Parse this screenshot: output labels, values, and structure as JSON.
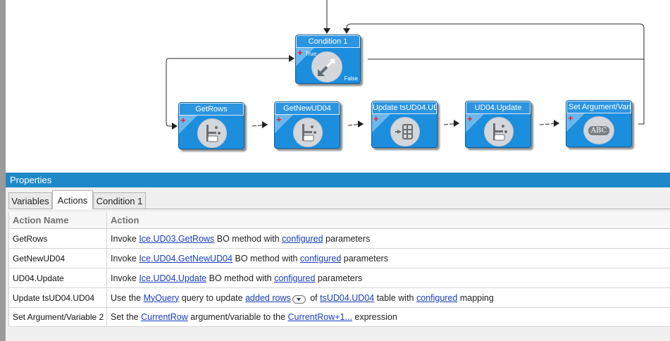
{
  "workflow": {
    "condition": {
      "title": "Condition 1",
      "true_label": "True",
      "false_label": "False"
    },
    "nodes": [
      {
        "title": "GetRows",
        "icon": "bo-method-icon"
      },
      {
        "title": "GetNewUD04",
        "icon": "bo-method-icon"
      },
      {
        "title": "Update tsUD04.UD",
        "icon": "update-table-icon"
      },
      {
        "title": "UD04.Update",
        "icon": "bo-method-icon"
      },
      {
        "title": "Set Argument/Vari",
        "icon": "abc-icon",
        "icon_text": "ABC"
      }
    ]
  },
  "properties": {
    "header": "Properties",
    "tabs": [
      "Variables",
      "Actions",
      "Condition 1"
    ],
    "active_tab": "Actions",
    "columns": {
      "name": "Action Name",
      "action": "Action"
    },
    "rows": [
      {
        "name": "GetRows",
        "a0": "Invoke ",
        "l0": "Ice.UD03.GetRows",
        "a1": " BO method with ",
        "l1": "configured",
        "a2": " parameters"
      },
      {
        "name": "GetNewUD04",
        "a0": "Invoke ",
        "l0": "Ice.UD04.GetNewUD04",
        "a1": " BO method with ",
        "l1": "configured",
        "a2": " parameters"
      },
      {
        "name": "UD04.Update",
        "a0": "Invoke ",
        "l0": "Ice.UD04.Update",
        "a1": " BO method with ",
        "l1": "configured",
        "a2": " parameters"
      },
      {
        "name": "Update tsUD04.UD04",
        "a0": "Use the ",
        "l0": "MyQuery",
        "a1": " query to update ",
        "l1": "added rows",
        "a2": " of ",
        "l2": "tsUD04.UD04",
        "a3": " table with ",
        "l3": "configured",
        "a4": " mapping"
      },
      {
        "name": "Set Argument/Variable 2",
        "a0": "Set the ",
        "l0": "CurrentRow",
        "a1": " argument/variable to the ",
        "l1": "CurrentRow+1...",
        "a2": " expression"
      }
    ]
  },
  "colors": {
    "node_blue": "#1b8ede",
    "header_blue": "#1f88c7",
    "link": "#1a3dbd"
  }
}
